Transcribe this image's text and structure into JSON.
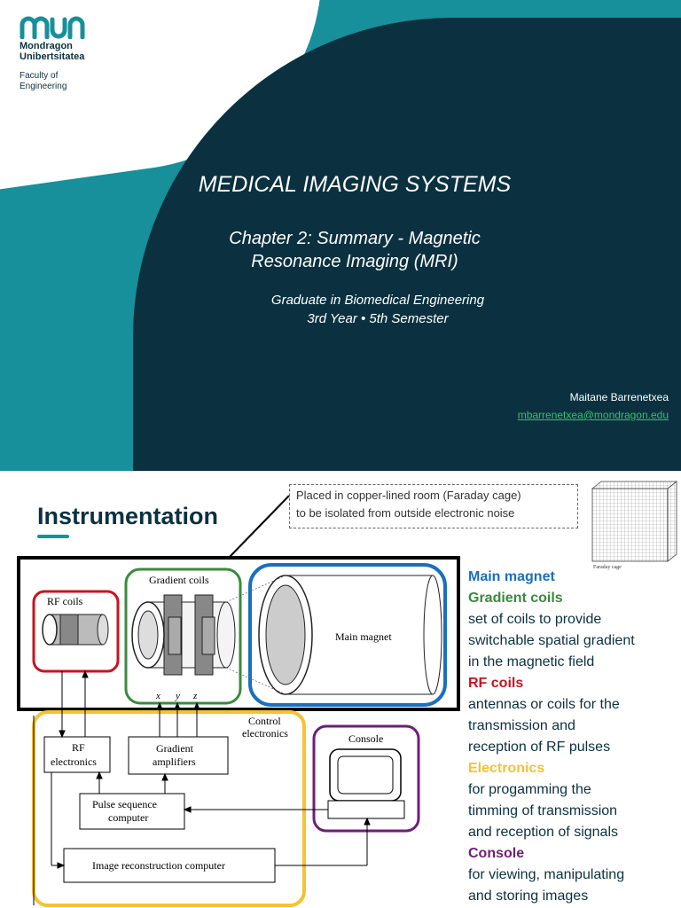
{
  "slide1": {
    "logo": {
      "name_line1": "Mondragon",
      "name_line2": "Unibertsitatea",
      "faculty_line1": "Faculty of",
      "faculty_line2": "Engineering"
    },
    "title": "MEDICAL IMAGING SYSTEMS",
    "subtitle_line1": "Chapter 2: Summary - Magnetic",
    "subtitle_line2": "Resonance Imaging (MRI)",
    "program_line1": "Graduate in Biomedical Engineering",
    "program_line2": "3rd Year • 5th Semester",
    "author": "Maitane Barrenetxea",
    "email": "mbarrenetxea@mondragon.edu",
    "colors": {
      "teal": "#17909b",
      "dark": "#0b3140",
      "link": "#36c26a"
    }
  },
  "slide2": {
    "title": "Instrumentation",
    "note_line1": "Placed in copper-lined room (Faraday cage)",
    "note_line2": "to be isolated from outside electronic noise",
    "faraday_caption": "Faraday cage",
    "diagram": {
      "rf_coils": "RF coils",
      "gradient_coils": "Gradient coils",
      "main_magnet": "Main magnet",
      "axis_x": "x",
      "axis_y": "y",
      "axis_z": "z",
      "control_line1": "Control",
      "control_line2": "electronics",
      "console": "Console",
      "rf_electronics_line1": "RF",
      "rf_electronics_line2": "electronics",
      "grad_amp_line1": "Gradient",
      "grad_amp_line2": "amplifiers",
      "pulse_line1": "Pulse sequence",
      "pulse_line2": "computer",
      "image_recon": "Image reconstruction computer"
    },
    "legend": {
      "main_magnet": "Main magnet",
      "gradient_coils": "Gradient coils",
      "gradient_desc": [
        "set of coils to provide",
        "switchable spatial gradient",
        "in the magnetic field"
      ],
      "rf_coils": "RF coils",
      "rf_desc": [
        "antennas or coils for the",
        "transmission and",
        "reception of RF pulses"
      ],
      "electronics": "Electronics",
      "electronics_desc": [
        "for progamming the",
        "timming of transmission",
        "and reception of signals"
      ],
      "console": "Console",
      "console_desc": [
        "for viewing, manipulating",
        "and storing images"
      ]
    },
    "colors": {
      "main_magnet": "#1a6fbf",
      "gradient": "#3a8a3c",
      "rf": "#c8141e",
      "electronics": "#f5c232",
      "console": "#6e1e78"
    }
  }
}
